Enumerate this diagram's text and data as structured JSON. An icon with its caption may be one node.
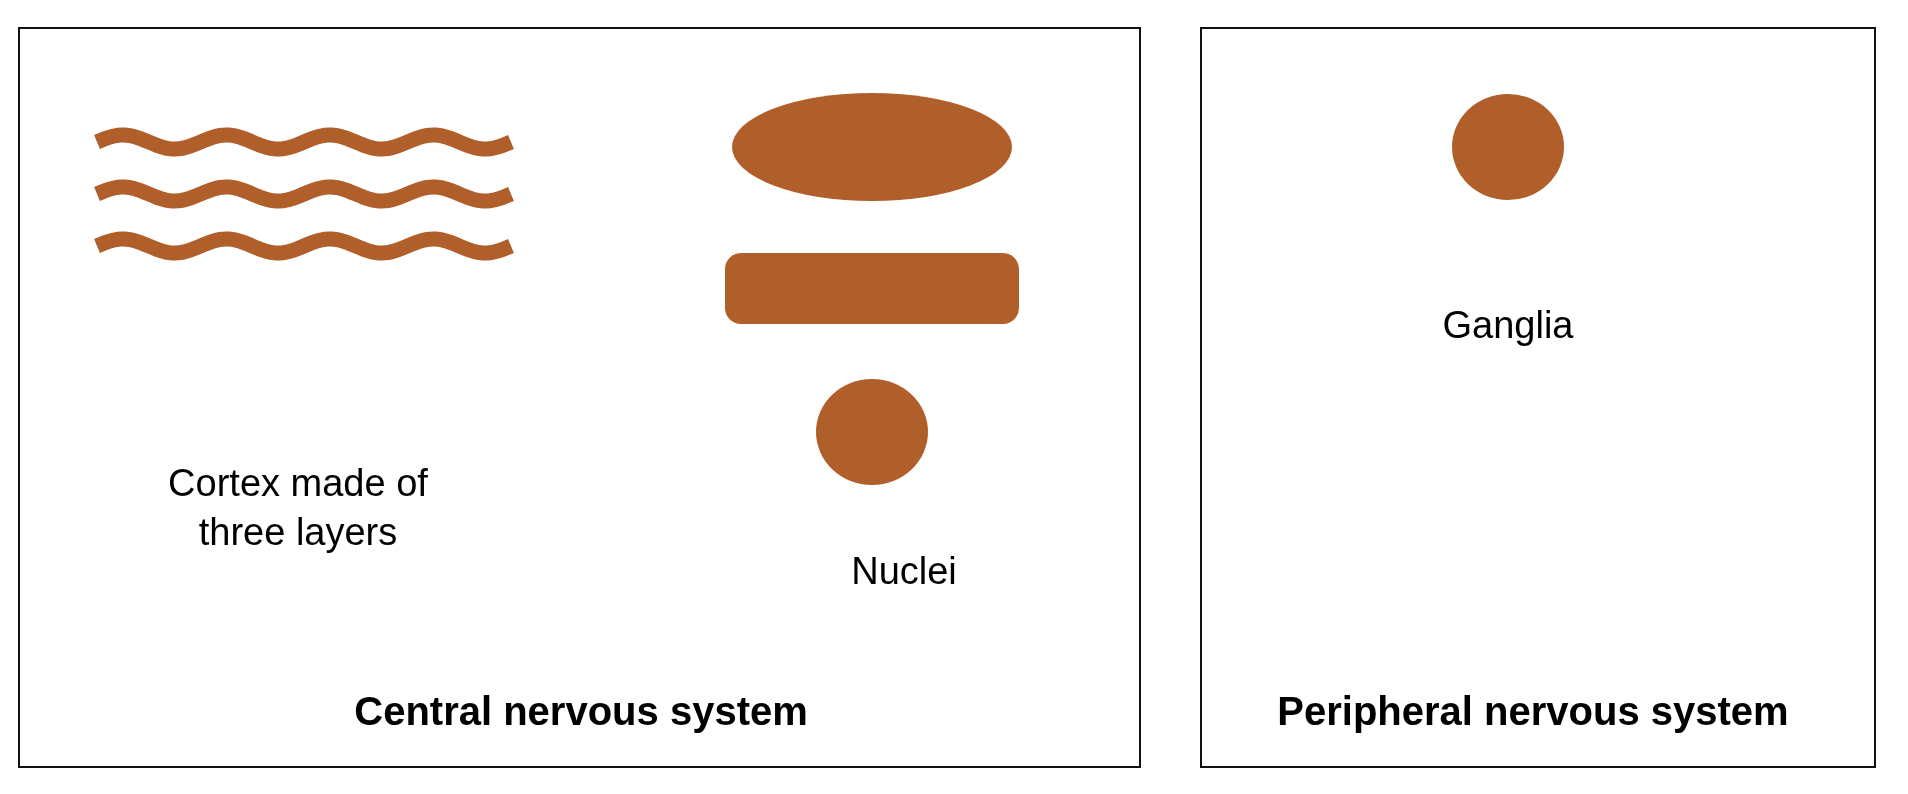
{
  "diagram": {
    "nodes": [
      {
        "text": [
          "Central nervous system"
        ]
      },
      {
        "text": [],
        "shape": "ellipse",
        "in": 0
      },
      {
        "text": [],
        "shape": "bar",
        "in": 0
      },
      {
        "text": [],
        "shape": "circle",
        "in": 0
      },
      {
        "text": [
          "Peripheral nervous system"
        ]
      },
      {
        "text": [],
        "shape": "circle",
        "in": 4
      }
    ],
    "labels": [
      "Cortex made of three layers",
      "Nuclei",
      "Ganglia"
    ]
  }
}
